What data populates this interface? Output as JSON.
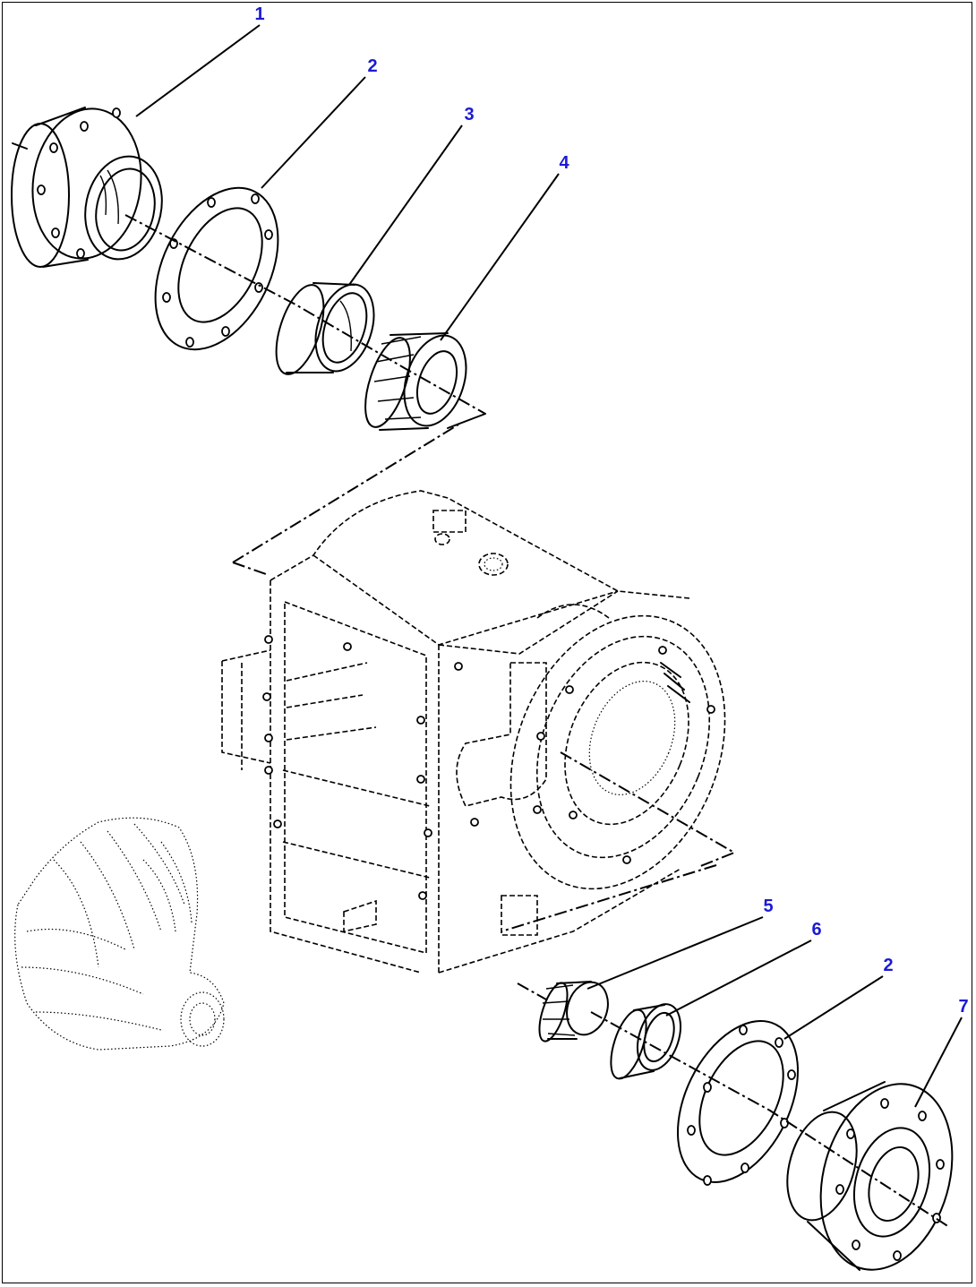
{
  "diagram": {
    "callouts": [
      {
        "id": "c1",
        "label": "1"
      },
      {
        "id": "c2a",
        "label": "2"
      },
      {
        "id": "c3",
        "label": "3"
      },
      {
        "id": "c4",
        "label": "4"
      },
      {
        "id": "c5",
        "label": "5"
      },
      {
        "id": "c6",
        "label": "6"
      },
      {
        "id": "c2b",
        "label": "2"
      },
      {
        "id": "c7",
        "label": "7"
      }
    ],
    "colors": {
      "callout": "#1a1ad6",
      "line": "#000000",
      "background": "#ffffff"
    }
  }
}
